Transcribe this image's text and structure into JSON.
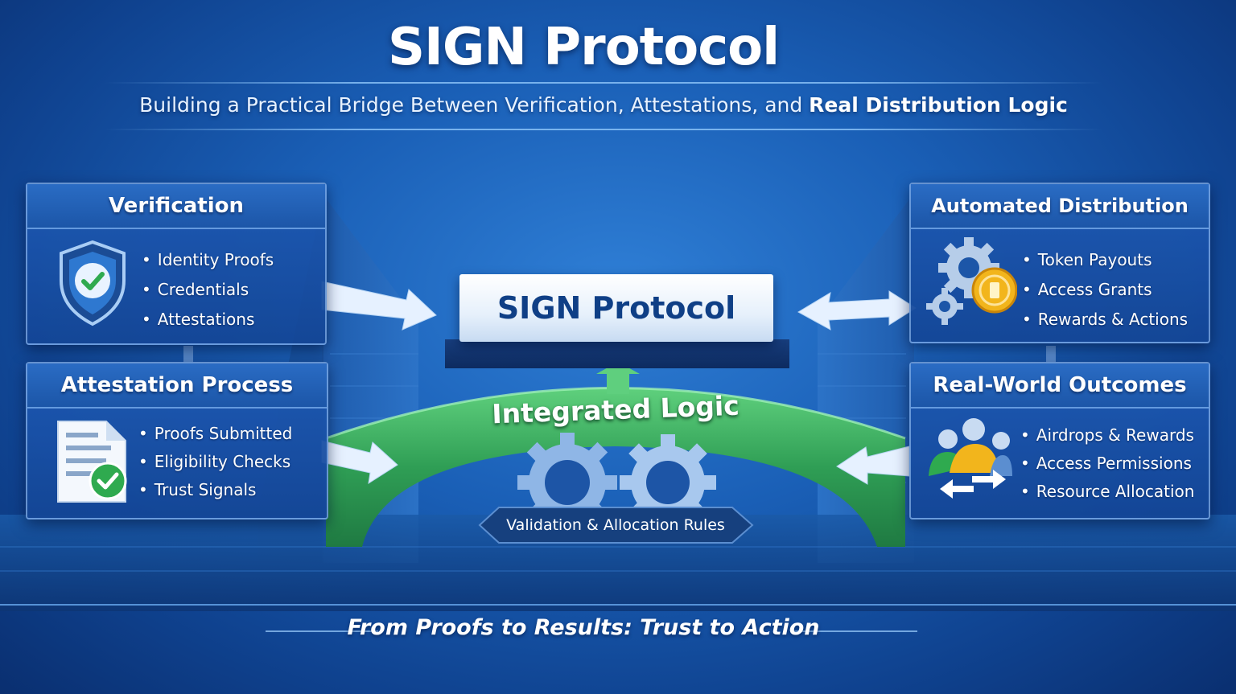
{
  "header": {
    "title": "SIGN Protocol",
    "subtitle_regular": "Building a Practical Bridge Between Verification, Attestations, and ",
    "subtitle_bold": "Real Distribution Logic"
  },
  "panels": {
    "verification": {
      "title": "Verification",
      "icon": "shield-check-icon",
      "items": [
        "Identity Proofs",
        "Credentials",
        "Attestations"
      ]
    },
    "attestation": {
      "title": "Attestation Process",
      "icon": "document-check-icon",
      "items": [
        "Proofs Submitted",
        "Eligibility Checks",
        "Trust Signals"
      ]
    },
    "distribution": {
      "title": "Automated Distribution",
      "icon": "gears-coin-icon",
      "items": [
        "Token Payouts",
        "Access Grants",
        "Rewards & Actions"
      ]
    },
    "outcomes": {
      "title": "Real-World Outcomes",
      "icon": "people-exchange-icon",
      "items": [
        "Airdrops & Rewards",
        "Access Permissions",
        "Resource Allocation"
      ]
    }
  },
  "center": {
    "box_label": "SIGN Protocol",
    "bridge_label": "Integrated Logic",
    "rules_label": "Validation & Allocation Rules"
  },
  "footer": {
    "tagline": "From Proofs to Results: Trust to Action"
  },
  "colors": {
    "background": "#1a5fb6",
    "panel": "#1c56a8",
    "bridge_green": "#3fae5a",
    "coin_gold": "#f2b51c",
    "check_green": "#2faa4f"
  }
}
